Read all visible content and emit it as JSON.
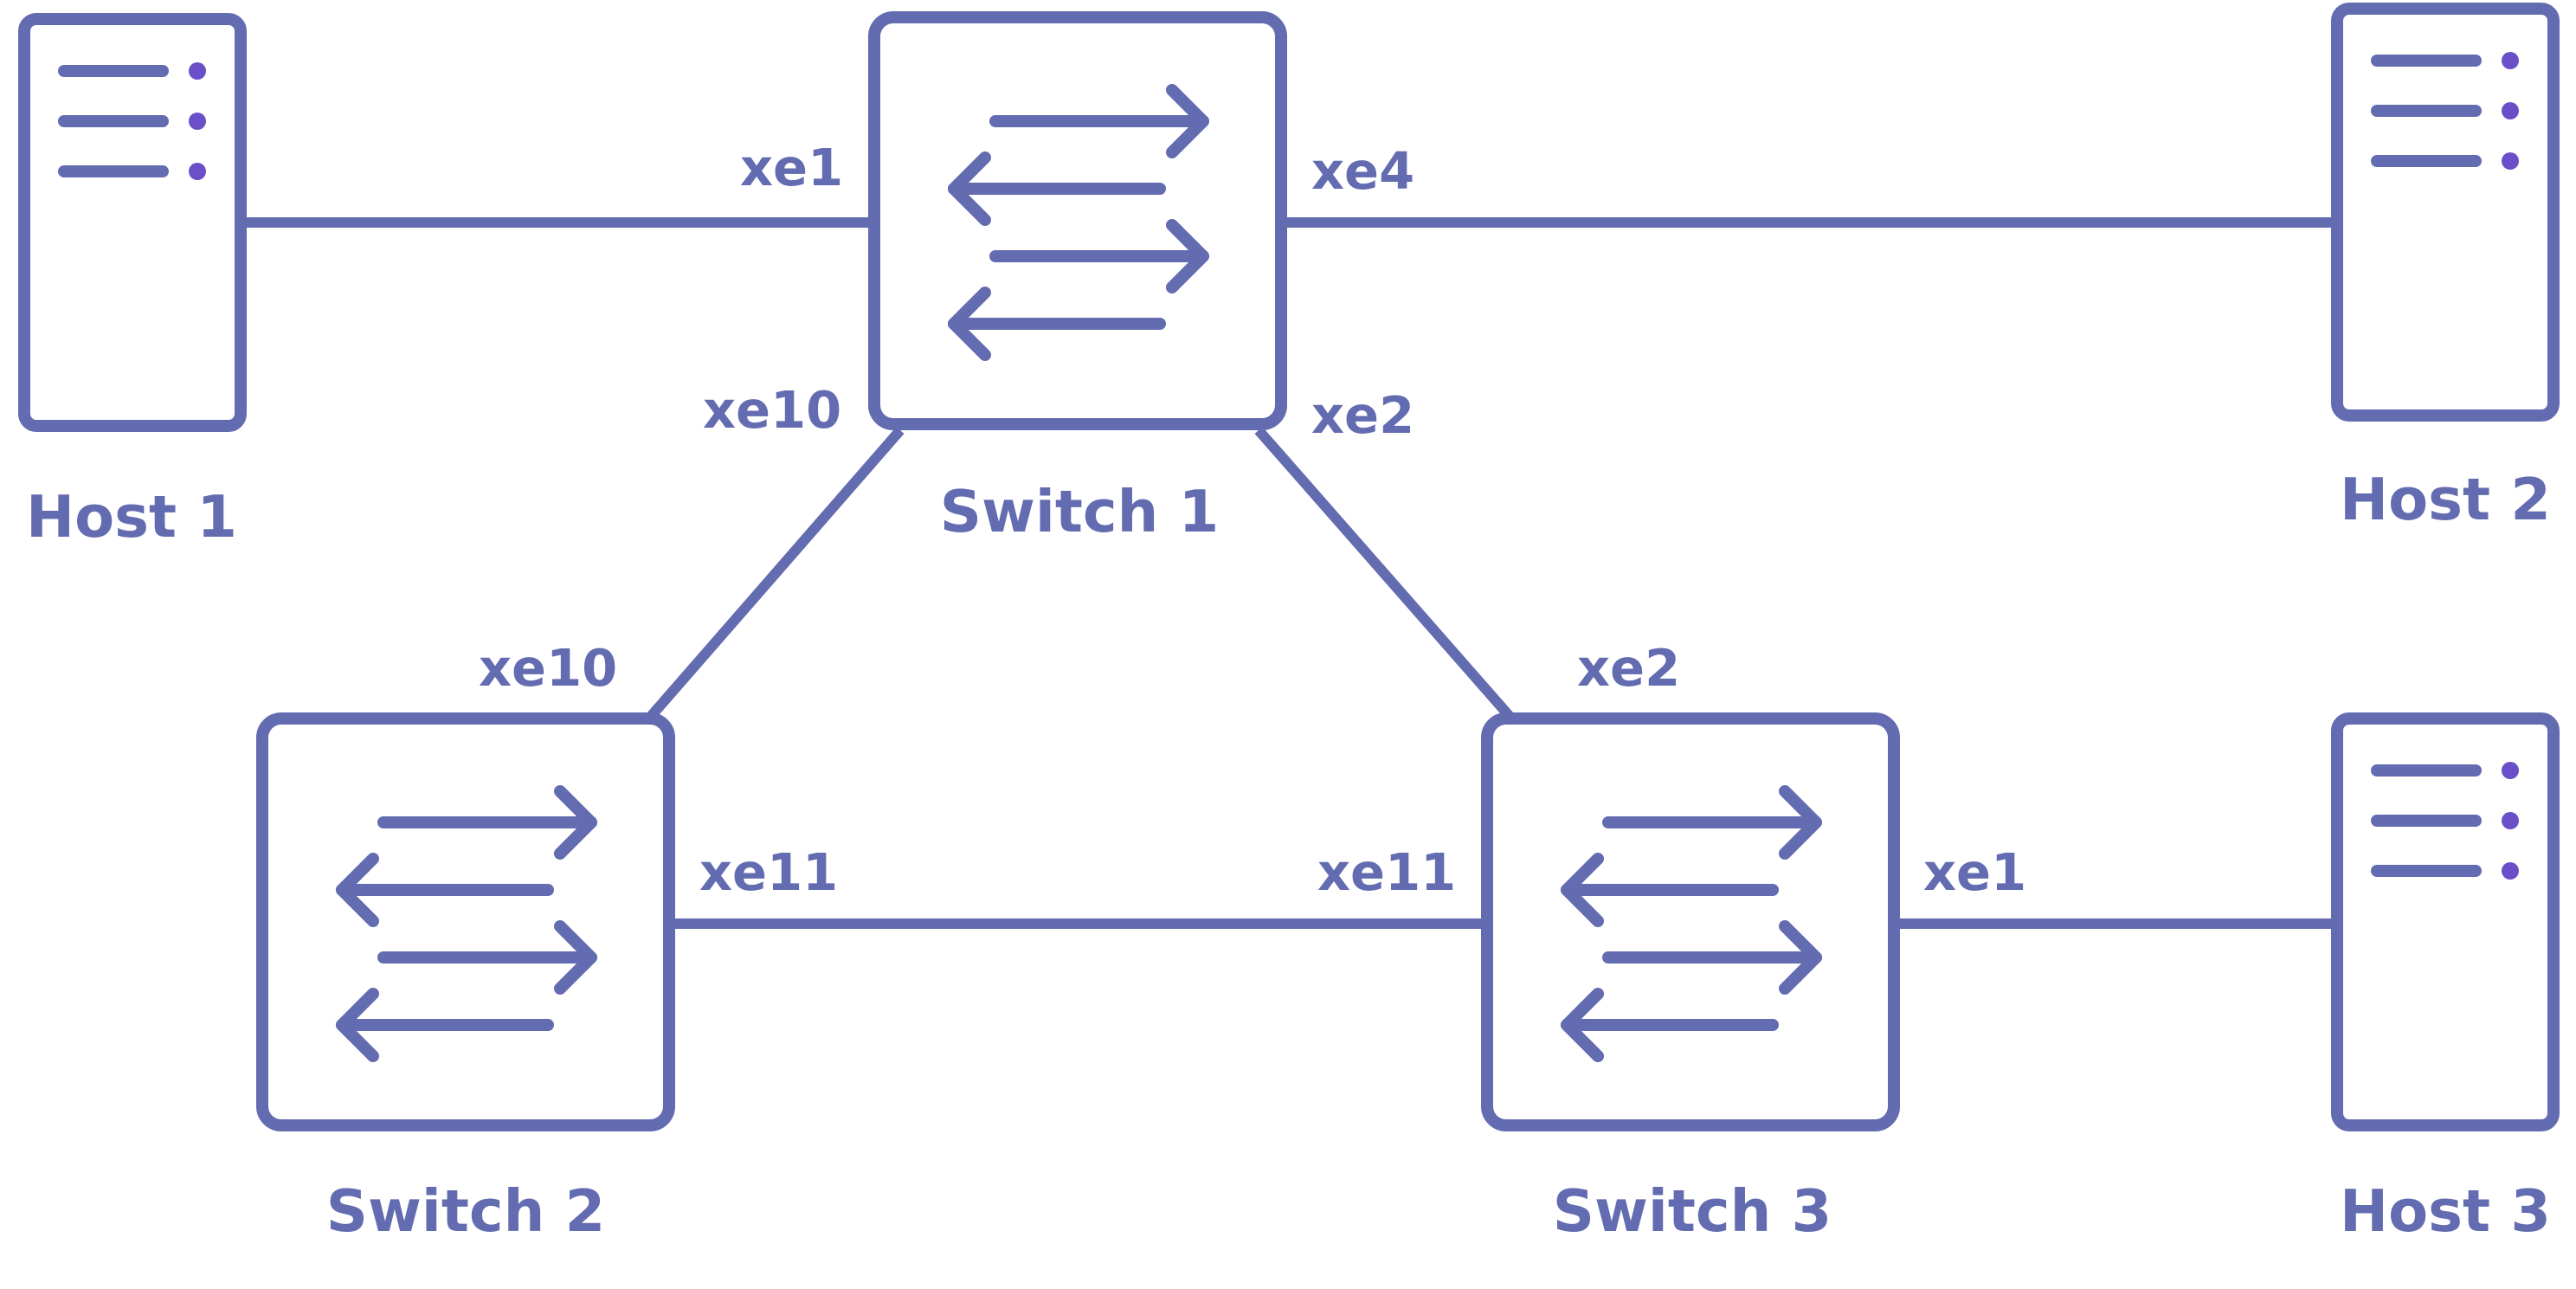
{
  "colors": {
    "stroke": "#636CB0",
    "dot": "#6A4FC8",
    "background": "#FFFFFF"
  },
  "nodes": {
    "host1": {
      "label": "Host 1",
      "icon": "server-icon"
    },
    "host2": {
      "label": "Host 2",
      "icon": "server-icon"
    },
    "host3": {
      "label": "Host 3",
      "icon": "server-icon"
    },
    "switch1": {
      "label": "Switch 1",
      "icon": "switch-icon"
    },
    "switch2": {
      "label": "Switch 2",
      "icon": "switch-icon"
    },
    "switch3": {
      "label": "Switch 3",
      "icon": "switch-icon"
    }
  },
  "links": [
    {
      "from": "host1",
      "to": "switch1",
      "to_port": "xe1"
    },
    {
      "from": "switch1",
      "from_port": "xe4",
      "to": "host2"
    },
    {
      "from": "switch1",
      "from_port": "xe10",
      "to": "switch2",
      "to_port": "xe10"
    },
    {
      "from": "switch1",
      "from_port": "xe2",
      "to": "switch3",
      "to_port": "xe2"
    },
    {
      "from": "switch2",
      "from_port": "xe11",
      "to": "switch3",
      "to_port": "xe11"
    },
    {
      "from": "switch3",
      "from_port": "xe1",
      "to": "host3"
    }
  ],
  "ports": {
    "s1_xe1": "xe1",
    "s1_xe4": "xe4",
    "s1_xe10": "xe10",
    "s1_xe2": "xe2",
    "s2_xe10": "xe10",
    "s2_xe11": "xe11",
    "s3_xe2": "xe2",
    "s3_xe11": "xe11",
    "s3_xe1": "xe1"
  }
}
